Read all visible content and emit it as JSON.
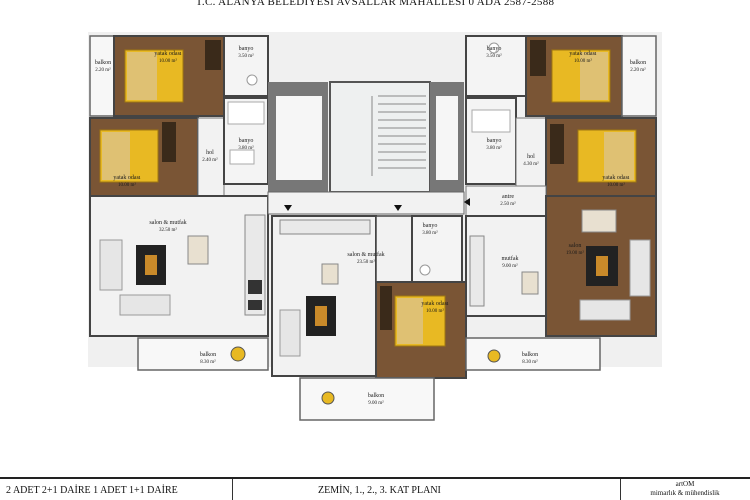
{
  "header": {
    "title": "T.C. ALANYA  BELEDİYESİ AVSALLAR MAHALLESİ 0 ADA 2587-2588"
  },
  "footer": {
    "units_label": "2 ADET 2+1 DAİRE 1 ADET 1+1 DAİRE",
    "floors_label": "ZEMİN, 1., 2., 3. KAT PLANI",
    "brand_name": "artOM",
    "brand_sub": "mimarlık & mühendislik"
  },
  "rooms": {
    "left_bed1": {
      "name": "yatak odası",
      "area": "10.00 m²"
    },
    "left_bath1": {
      "name": "banyo",
      "area": "3.50 m²"
    },
    "left_balcony_small": {
      "name": "balkon",
      "area": "2.20 m²"
    },
    "left_bed2": {
      "name": "yatak odası",
      "area": "10.00 m²"
    },
    "left_bath2": {
      "name": "banyo",
      "area": "3.80 m²"
    },
    "left_hall": {
      "name": "hol",
      "area": "2.40 m²"
    },
    "left_living": {
      "name": "salon & mutfak",
      "area": "32.50 m²"
    },
    "left_balcony": {
      "name": "balkon",
      "area": "8.30 m²"
    },
    "mid_bath": {
      "name": "banyo",
      "area": "3.80 m²"
    },
    "mid_living": {
      "name": "salon & mutfak",
      "area": "23.50 m²"
    },
    "mid_bed": {
      "name": "yatak odası",
      "area": "10.00 m²"
    },
    "mid_balcony": {
      "name": "balkon",
      "area": "9.00 m²"
    },
    "right_bath1": {
      "name": "banyo",
      "area": "3.50 m²"
    },
    "right_bed1": {
      "name": "yatak odası",
      "area": "10.00 m²"
    },
    "right_balcony_small": {
      "name": "balkon",
      "area": "2.20 m²"
    },
    "right_bath2": {
      "name": "banyo",
      "area": "3.80 m²"
    },
    "right_hall": {
      "name": "hol",
      "area": "4.30 m²"
    },
    "right_bed2": {
      "name": "yatak odası",
      "area": "10.00 m²"
    },
    "right_entry": {
      "name": "antre",
      "area": "2.50 m²"
    },
    "right_kitchen": {
      "name": "mutfak",
      "area": "9.00 m²"
    },
    "right_living": {
      "name": "salon",
      "area": "19.00 m²"
    },
    "right_balcony": {
      "name": "balkon",
      "area": "8.30 m²"
    }
  },
  "colors": {
    "wall": "#555555",
    "floor": "#f2f2f2",
    "bedroom_floor": "#7a5535",
    "bed": "#e8b923",
    "sofa": "#e6e6e6",
    "rug": "#222222",
    "rug_inner": "#c98a2a"
  }
}
